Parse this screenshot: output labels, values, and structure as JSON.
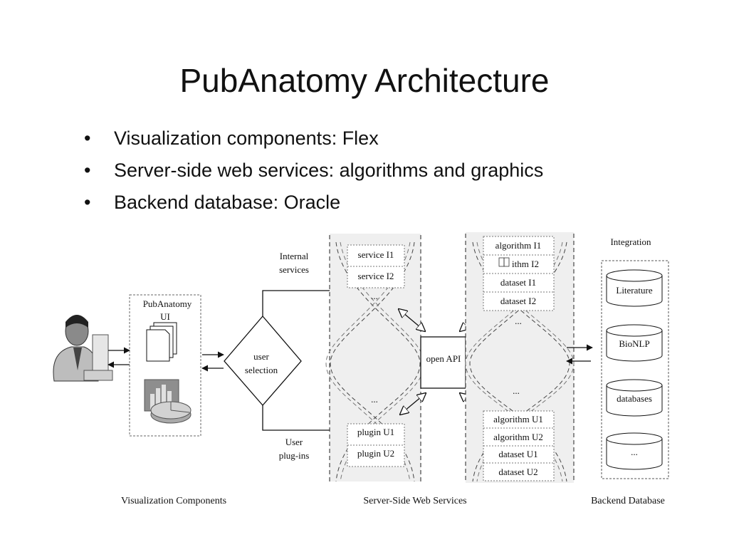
{
  "title": "PubAnatomy Architecture",
  "bullets": [
    "Visualization components: Flex",
    "Server-side web services: algorithms and graphics",
    "Backend database: Oracle"
  ],
  "diagram": {
    "ui_box": {
      "line1": "PubAnatomy",
      "line2": "UI"
    },
    "decision": {
      "line1": "user",
      "line2": "selection"
    },
    "internal_services": {
      "line1": "Internal",
      "line2": "services"
    },
    "user_plugins": {
      "line1": "User",
      "line2": "plug-ins"
    },
    "services": [
      "service I1",
      "service I2",
      "..."
    ],
    "plugins": [
      "...",
      "plugin U1",
      "plugin U2"
    ],
    "open_api": "open API",
    "algorithms_internal": [
      "algorithm I1",
      "ithm I2",
      "dataset I1",
      "dataset I2",
      "..."
    ],
    "algorithms_user": [
      "...",
      "algorithm U1",
      "algorithm U2",
      "dataset U1",
      "dataset U2"
    ],
    "integration": "Integration",
    "databases": [
      "Literature",
      "BioNLP",
      "databases",
      "..."
    ],
    "captions": [
      "Visualization Components",
      "Server-Side Web Services",
      "Backend Database"
    ]
  }
}
